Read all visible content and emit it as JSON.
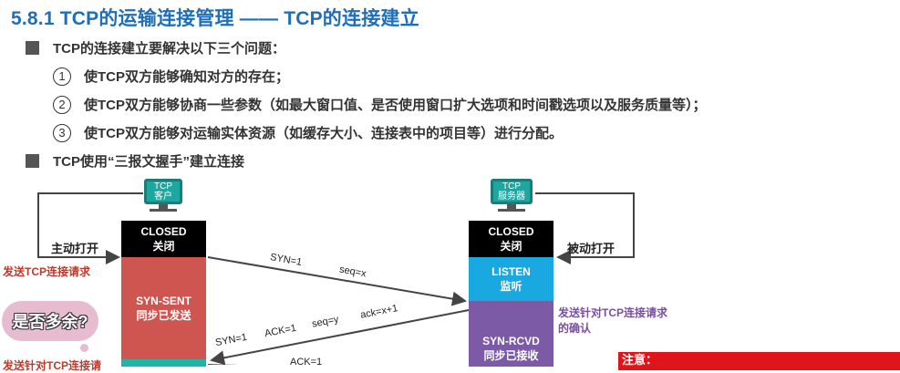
{
  "title": "5.8.1 TCP的运输连接管理 —— TCP的连接建立",
  "bullets": [
    "TCP的连接建立要解决以下三个问题：",
    "TCP使用“三报文握手”建立连接"
  ],
  "items": [
    {
      "num": "1",
      "text": "使TCP双方能够确知对方的存在；"
    },
    {
      "num": "2",
      "text": "使TCP双方能够协商一些参数（如最大窗口值、是否使用窗口扩大选项和时间戳选项以及服务质量等）；"
    },
    {
      "num": "3",
      "text": "使TCP双方能够对运输实体资源（如缓存大小、连接表中的项目等）进行分配。"
    }
  ],
  "client": {
    "pc_line1": "TCP",
    "pc_line2": "客户",
    "active_open": "主动打开",
    "send_request": "发送TCP连接请求",
    "send_confirm_partial": "发送针对TCP连接请",
    "states": [
      {
        "en": "CLOSED",
        "zh": "关闭",
        "color": "#000000"
      },
      {
        "en": "SYN-SENT",
        "zh": "同步已发送",
        "color": "#cf5550"
      }
    ]
  },
  "server": {
    "pc_line1": "TCP",
    "pc_line2": "服务器",
    "passive_open": "被动打开",
    "confirm_line1": "发送针对TCP连接请求",
    "confirm_line2": "的确认",
    "states": [
      {
        "en": "CLOSED",
        "zh": "关闭",
        "color": "#000000"
      },
      {
        "en": "LISTEN",
        "zh": "监听",
        "color": "#1aa8e0"
      },
      {
        "en": "SYN-RCVD",
        "zh": "同步已接收",
        "color": "#7c5aa6"
      }
    ]
  },
  "segments": {
    "syn1_syn": "SYN=1",
    "syn1_seq": "seq=x",
    "synack_syn": "SYN=1",
    "synack_ack": "ACK=1",
    "synack_seq": "seq=y",
    "synack_acknum": "ack=x+1",
    "ack3_partial": "ACK=1"
  },
  "bubble": "是否多余?",
  "note": "注意："
}
